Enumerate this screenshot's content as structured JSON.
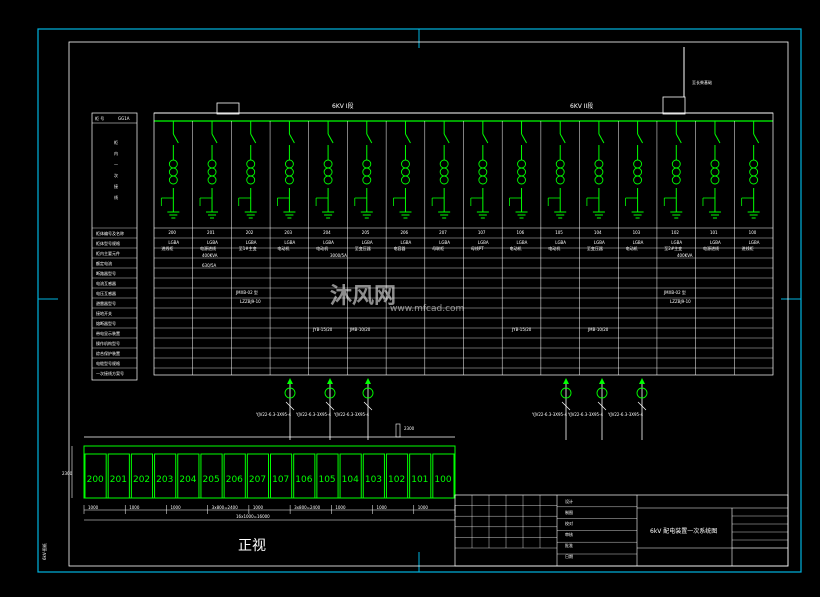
{
  "bus_left_label": "6KV I段",
  "bus_right_label": "6KV II段",
  "tie_label": "至长柴基础",
  "left_block": [
    "柜",
    "内",
    "一",
    "次",
    "接",
    "线"
  ],
  "header_label": "柜 号",
  "header_value": "GG1A",
  "row_labels": [
    "柜体编号及名称",
    "柜体型号规格",
    "柜内主要元件",
    "额定电流",
    "断路器型号",
    "电流互感器",
    "电压互感器",
    "避雷器型号",
    "接地开关",
    "熔断器型号",
    "带电显示装置",
    "操作机构型号",
    "综合保护装置",
    "电缆型号规格",
    "一次接线方案号"
  ],
  "cabinet_numbers": [
    "200",
    "201",
    "202",
    "203",
    "204",
    "205",
    "206",
    "207",
    "107",
    "106",
    "105",
    "104",
    "103",
    "102",
    "101",
    "100"
  ],
  "cabinet_spec": [
    "LGBA",
    "LGBA",
    "LGBA",
    "LGBA",
    "LGBA",
    "LGBA",
    "LGBA",
    "LGBA",
    "LGBA",
    "LGBA",
    "LGBA",
    "LGBA",
    "LGBA",
    "LGBA",
    "LGBA",
    "LGBA"
  ],
  "cabinet_names": [
    "进线柜",
    "电源进线",
    "至1#主变",
    "电动机",
    "电动机",
    "至变压器",
    "电容器",
    "母联柜",
    "母线PT",
    "电动机",
    "电动机",
    "至变压器",
    "电动机",
    "至2#主变",
    "电源进线",
    "进线柜"
  ],
  "annotations": [
    "400KVA",
    "630/5A",
    "3000/5A",
    "JMXB-02 型",
    "LZZBJ9-10",
    "JYB-15/20",
    "JMB-10/20"
  ],
  "cable_labels": [
    "YJV22-6.3-3X95-4",
    "YJV22-6.3-3X95-4",
    "YJV22-6.3-3X95-4",
    "YJV22-6.3-3X95-4",
    "YJV22-6.3-3X95-4",
    "YJV22-6.3-3X95-4"
  ],
  "front_numbers": [
    "200",
    "201",
    "202",
    "203",
    "204",
    "205",
    "206",
    "207",
    "107",
    "106",
    "105",
    "104",
    "103",
    "102",
    "101",
    "100"
  ],
  "front_title": "正视",
  "front_height": "2300",
  "dims_bottom": [
    "1000",
    "1000",
    "1000",
    "3x800=2400",
    "1000",
    "3x800=2400",
    "1000",
    "1000",
    "1000"
  ],
  "overall_dim": "16x1000=16000",
  "title_block_name": "6kV 配电装置一次系统图",
  "title_block_cells": [
    "设计",
    "制图",
    "校对",
    "审核",
    "批准",
    "日期"
  ],
  "watermark": "沐风网",
  "watermark_url": "www.mfcad.com",
  "colors": {
    "line_white": "#ffffff",
    "element_green": "#00ff00",
    "border_cyan": "#00b5e0"
  }
}
